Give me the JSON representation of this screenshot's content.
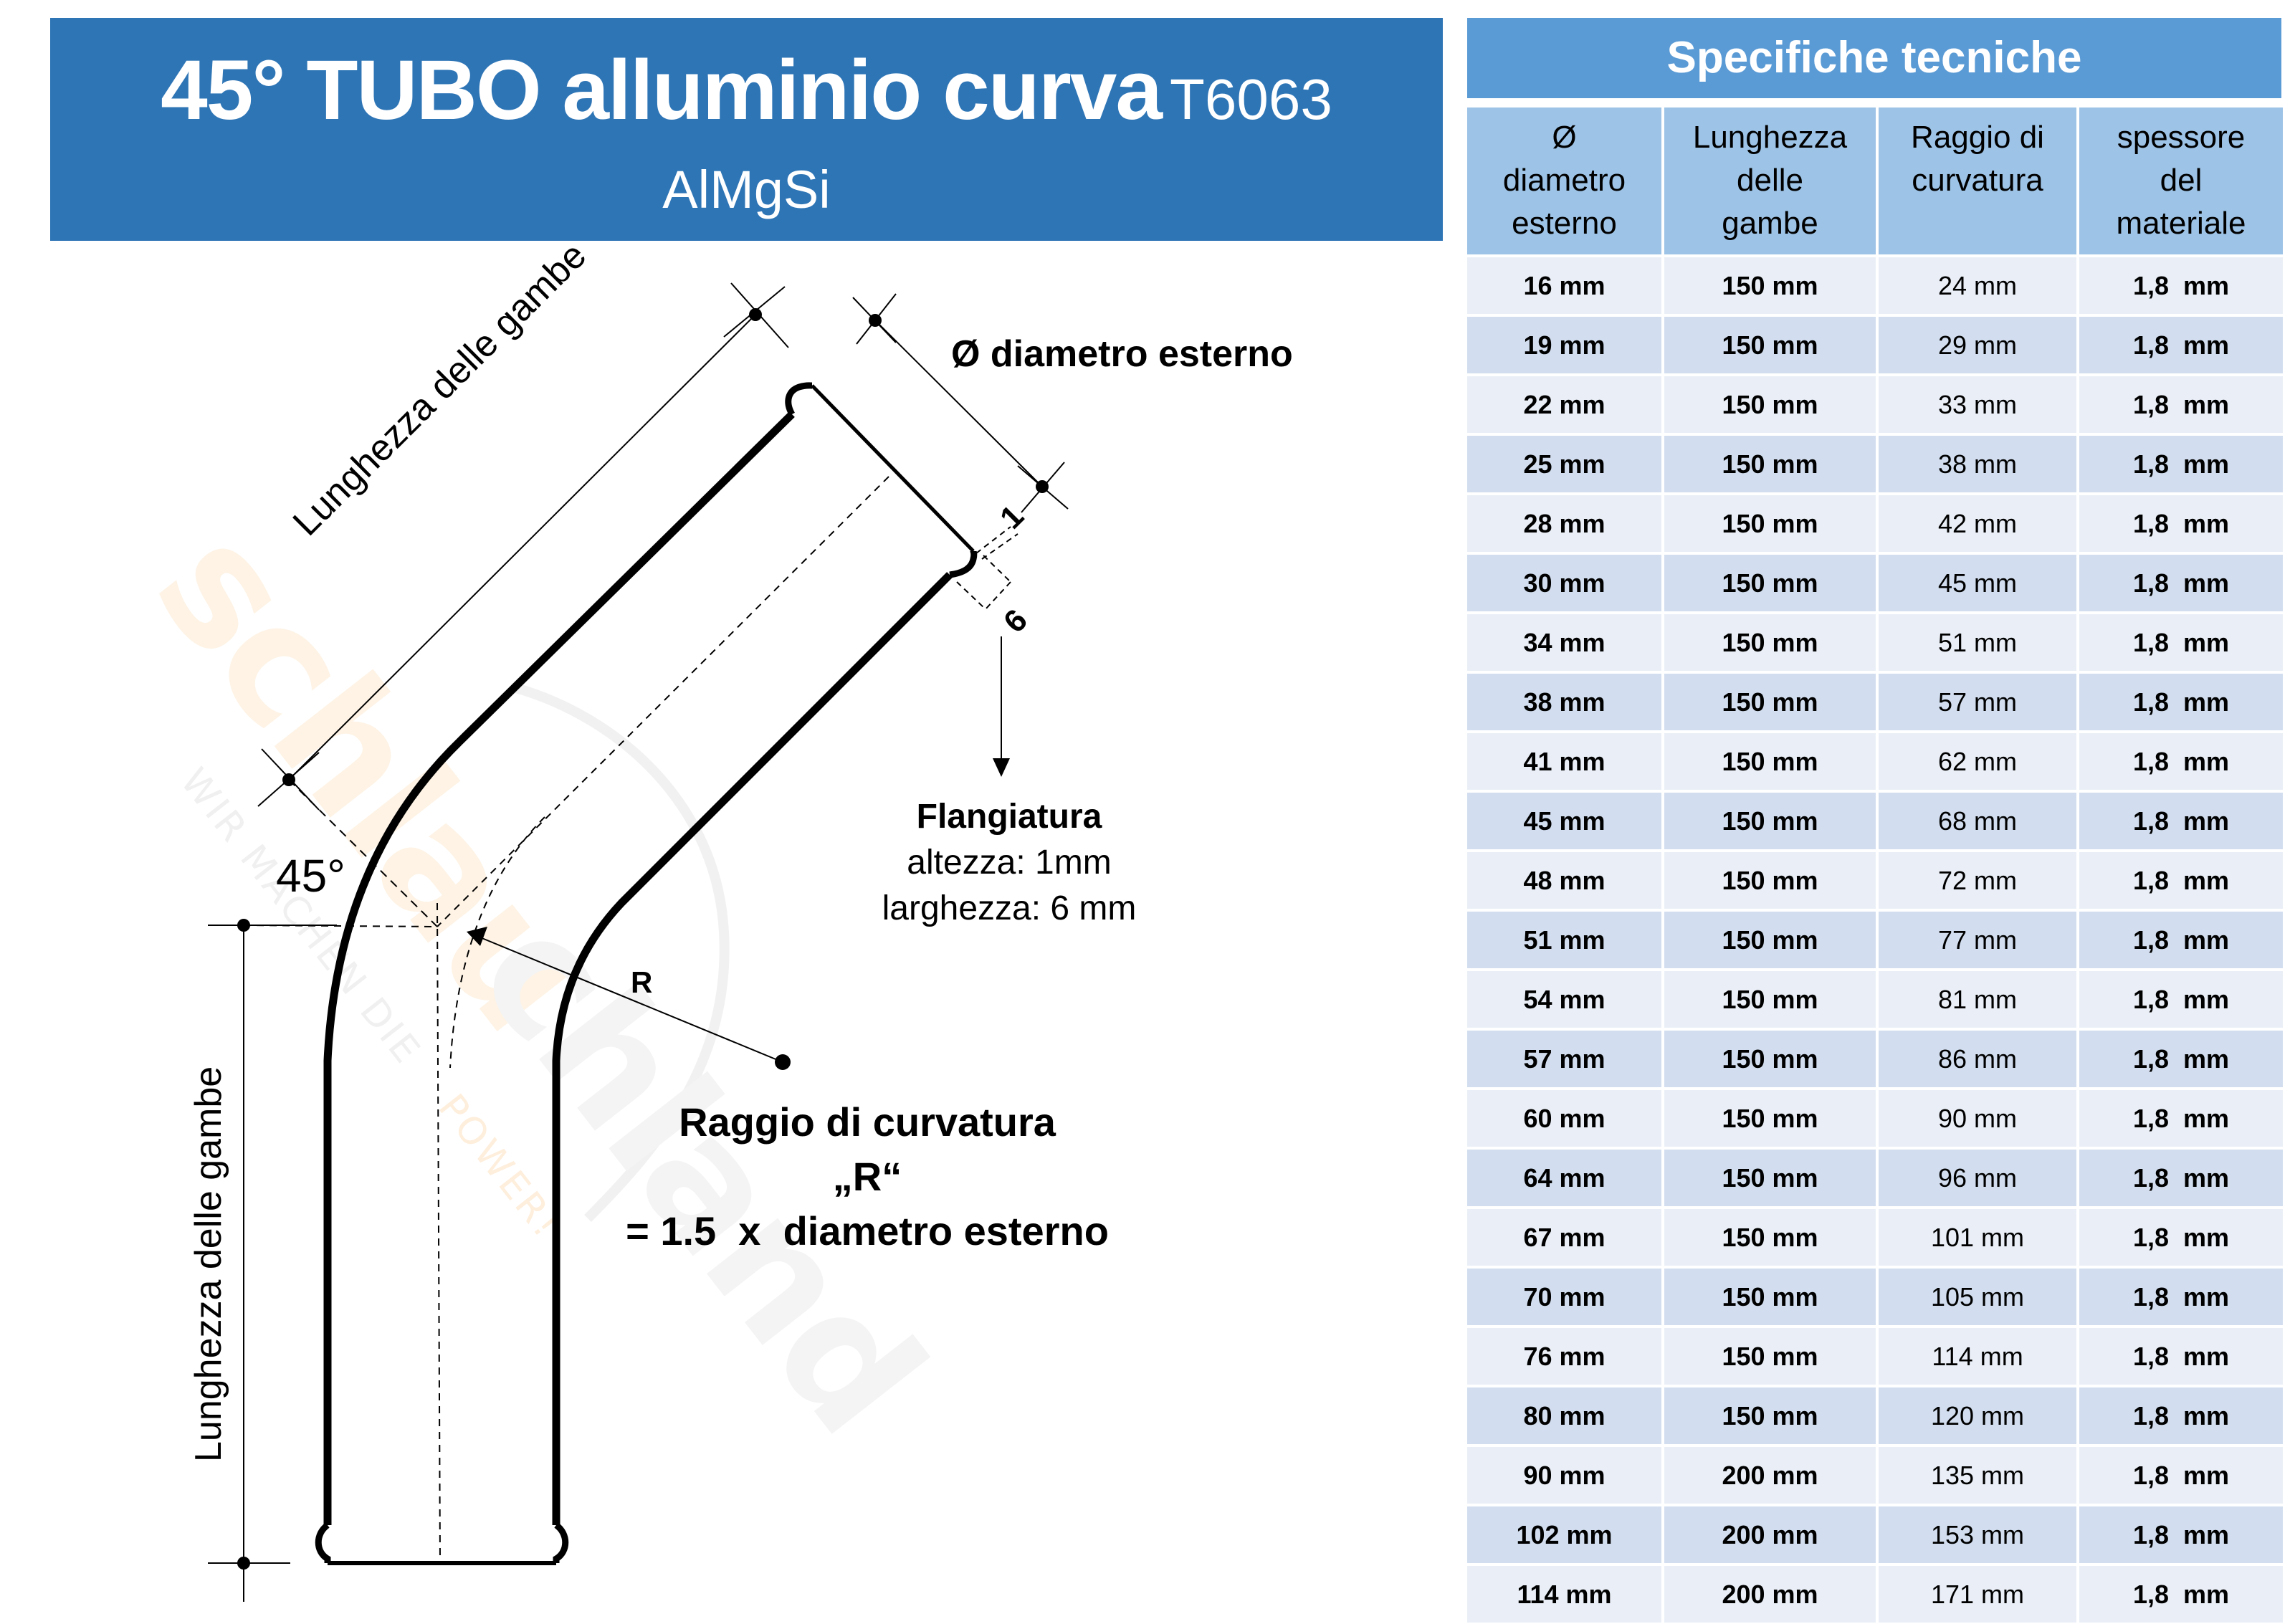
{
  "banner": {
    "title_main": "45° TUBO alluminio curva",
    "title_code": "T6063",
    "subtitle": "AlMgSi",
    "color": "#2E75B6"
  },
  "diagram": {
    "leg_length_label_diagonal": "Lunghezza delle gambe",
    "leg_length_label_vertical": "Lunghezza delle gambe",
    "diameter_label": "Ø diametro esterno",
    "angle_label": "45°",
    "radius_marker": "R",
    "flange_height_value": "1",
    "flange_width_value": "6",
    "flange": {
      "title": "Flangiatura",
      "height": "altezza: 1mm",
      "width": "larghezza: 6 mm"
    },
    "bend_radius": {
      "title": "Raggio di curvatura",
      "symbol": "„R“",
      "formula": "= 1.5  x  diametro esterno"
    },
    "watermark": {
      "brand": "schlauchland",
      "tagline": "WIR MACHEN DIE POWER!"
    }
  },
  "spec_table": {
    "title": "Specifiche tecniche",
    "title_color": "#5B9BD5",
    "header_color": "#9DC3E6",
    "row_colors": [
      "#EAEFF7",
      "#D2DEEF"
    ],
    "columns": [
      {
        "line1": "Ø",
        "line2": "diametro",
        "line3": "esterno"
      },
      {
        "line1": "Lunghezza",
        "line2": "delle",
        "line3": "gambe"
      },
      {
        "line1": "Raggio di",
        "line2": "curvatura",
        "line3": ""
      },
      {
        "line1": "spessore",
        "line2": "del",
        "line3": "materiale"
      }
    ],
    "rows": [
      [
        "16 mm",
        "150 mm",
        "24 mm",
        "1,8  mm"
      ],
      [
        "19 mm",
        "150 mm",
        "29 mm",
        "1,8  mm"
      ],
      [
        "22 mm",
        "150 mm",
        "33 mm",
        "1,8  mm"
      ],
      [
        "25 mm",
        "150 mm",
        "38 mm",
        "1,8  mm"
      ],
      [
        "28 mm",
        "150 mm",
        "42 mm",
        "1,8  mm"
      ],
      [
        "30 mm",
        "150 mm",
        "45 mm",
        "1,8  mm"
      ],
      [
        "34 mm",
        "150 mm",
        "51 mm",
        "1,8  mm"
      ],
      [
        "38 mm",
        "150 mm",
        "57 mm",
        "1,8  mm"
      ],
      [
        "41 mm",
        "150 mm",
        "62 mm",
        "1,8  mm"
      ],
      [
        "45 mm",
        "150 mm",
        "68 mm",
        "1,8  mm"
      ],
      [
        "48 mm",
        "150 mm",
        "72 mm",
        "1,8  mm"
      ],
      [
        "51 mm",
        "150 mm",
        "77 mm",
        "1,8  mm"
      ],
      [
        "54 mm",
        "150 mm",
        "81 mm",
        "1,8  mm"
      ],
      [
        "57 mm",
        "150 mm",
        "86 mm",
        "1,8  mm"
      ],
      [
        "60 mm",
        "150 mm",
        "90 mm",
        "1,8  mm"
      ],
      [
        "64 mm",
        "150 mm",
        "96 mm",
        "1,8  mm"
      ],
      [
        "67 mm",
        "150 mm",
        "101 mm",
        "1,8  mm"
      ],
      [
        "70 mm",
        "150 mm",
        "105 mm",
        "1,8  mm"
      ],
      [
        "76 mm",
        "150 mm",
        "114 mm",
        "1,8  mm"
      ],
      [
        "80 mm",
        "150 mm",
        "120 mm",
        "1,8  mm"
      ],
      [
        "90 mm",
        "200 mm",
        "135 mm",
        "1,8  mm"
      ],
      [
        "102 mm",
        "200 mm",
        "153 mm",
        "1,8  mm"
      ],
      [
        "114 mm",
        "200 mm",
        "171 mm",
        "1,8  mm"
      ]
    ]
  }
}
